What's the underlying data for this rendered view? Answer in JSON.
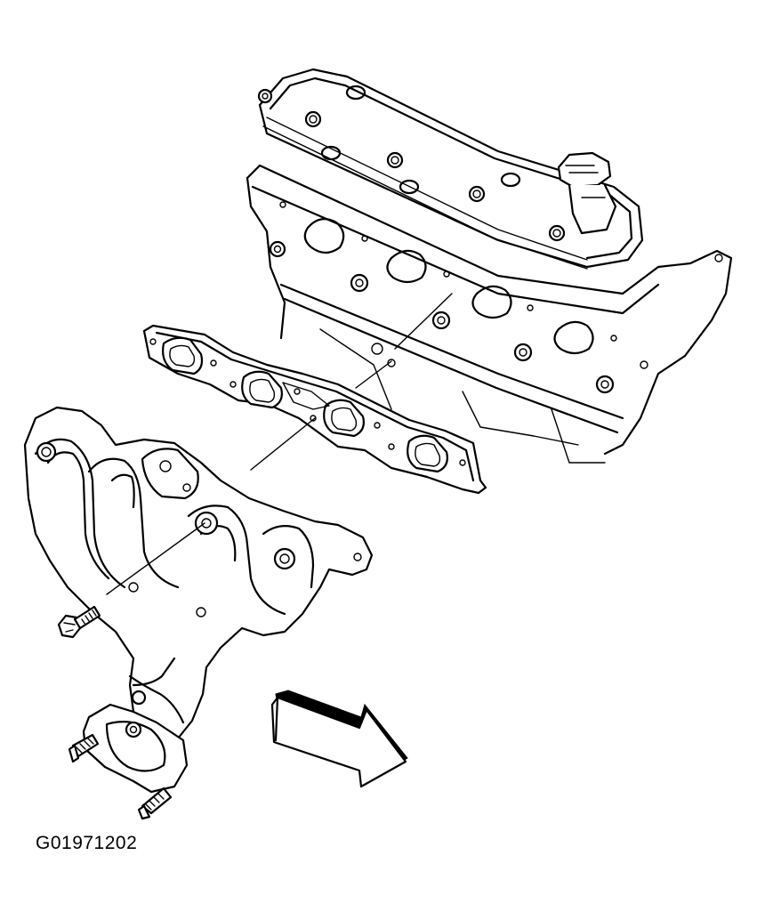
{
  "figure": {
    "id_label": "G01971202"
  },
  "parts": {
    "cylinder_head": "cylinder-head",
    "gasket": "exhaust-manifold-gasket",
    "manifold": "exhaust-manifold",
    "bolt": "manifold-bolt",
    "studs": "exhaust-studs",
    "arrow": "front-direction-arrow"
  }
}
